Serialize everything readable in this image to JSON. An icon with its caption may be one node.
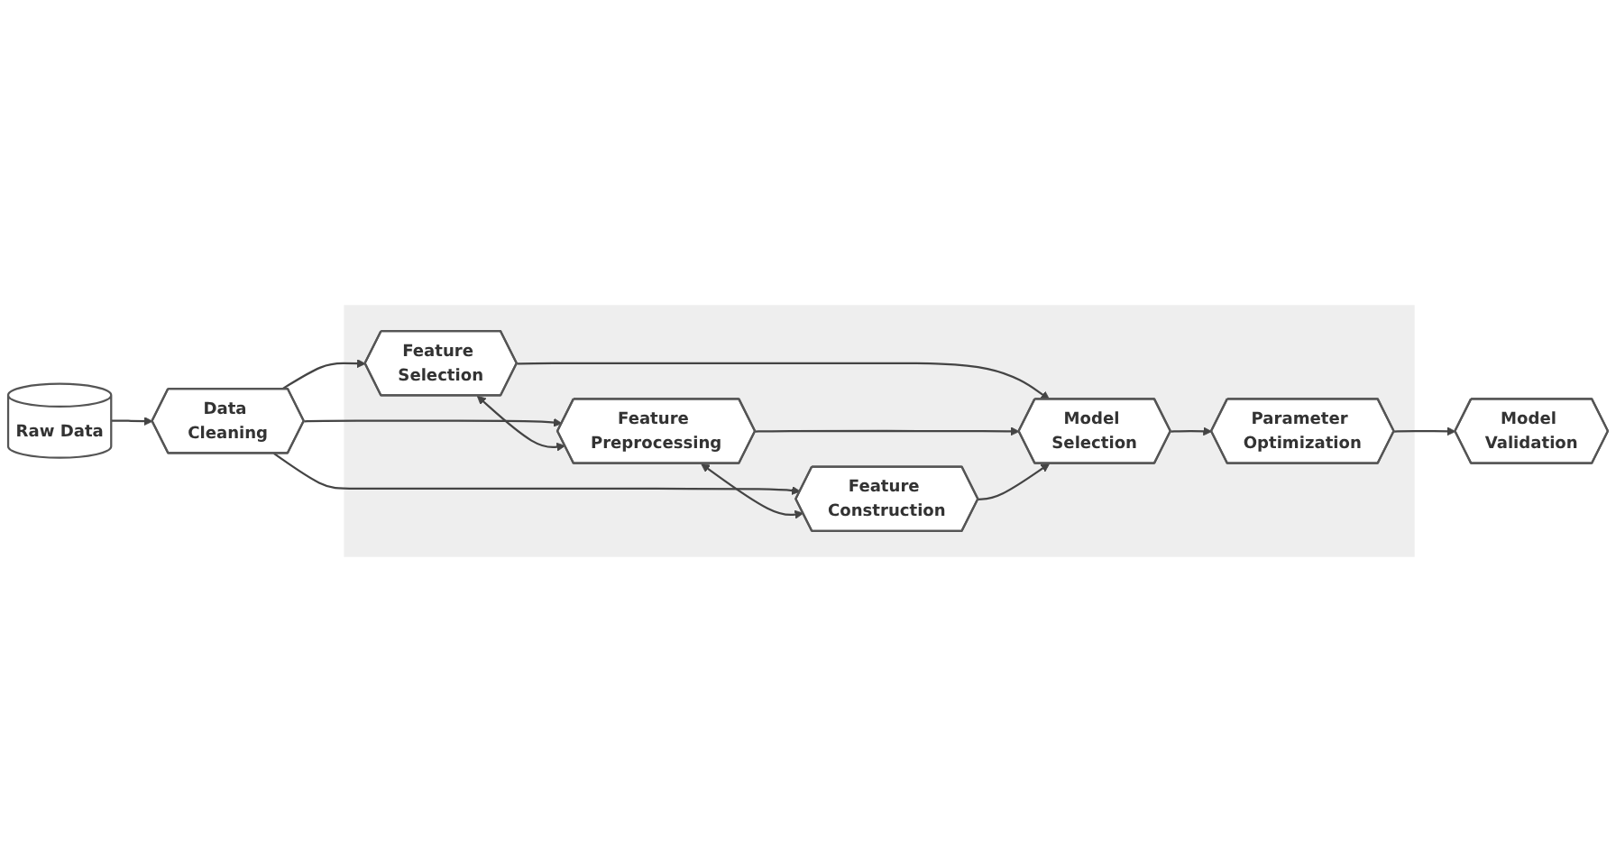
{
  "diagram": {
    "nodes": [
      {
        "text": [
          "Raw Data"
        ]
      },
      {
        "text": [
          "Data Cleaning"
        ]
      },
      {
        "text": [],
        "shape": "box"
      },
      {
        "text": [
          "Feature Selection"
        ],
        "in": 2
      },
      {
        "text": [
          "Feature Preprocessing"
        ],
        "in": 2
      },
      {
        "text": [
          "Feature Construction"
        ],
        "in": 2
      },
      {
        "text": [
          "Model Selection"
        ],
        "in": 2
      },
      {
        "text": [
          "Parameter Optimization"
        ],
        "in": 2
      },
      {
        "text": [
          "Model Validation"
        ]
      }
    ],
    "edges": [
      {
        "from": 0,
        "to": 1,
        "arrow": "to"
      },
      {
        "from": 1,
        "to": 3,
        "arrow": "to"
      },
      {
        "from": 1,
        "to": 4,
        "arrow": "to"
      },
      {
        "from": 1,
        "to": 5,
        "arrow": "to"
      },
      {
        "from": 3,
        "to": 4,
        "arrow": "both"
      },
      {
        "from": 4,
        "to": 5,
        "arrow": "both"
      },
      {
        "from": 3,
        "to": 6,
        "arrow": "to"
      },
      {
        "from": 4,
        "to": 6,
        "arrow": "to"
      },
      {
        "from": 5,
        "to": 6,
        "arrow": "to"
      },
      {
        "from": 6,
        "to": 7,
        "arrow": "to"
      },
      {
        "from": 7,
        "to": 8,
        "arrow": "to"
      }
    ]
  }
}
